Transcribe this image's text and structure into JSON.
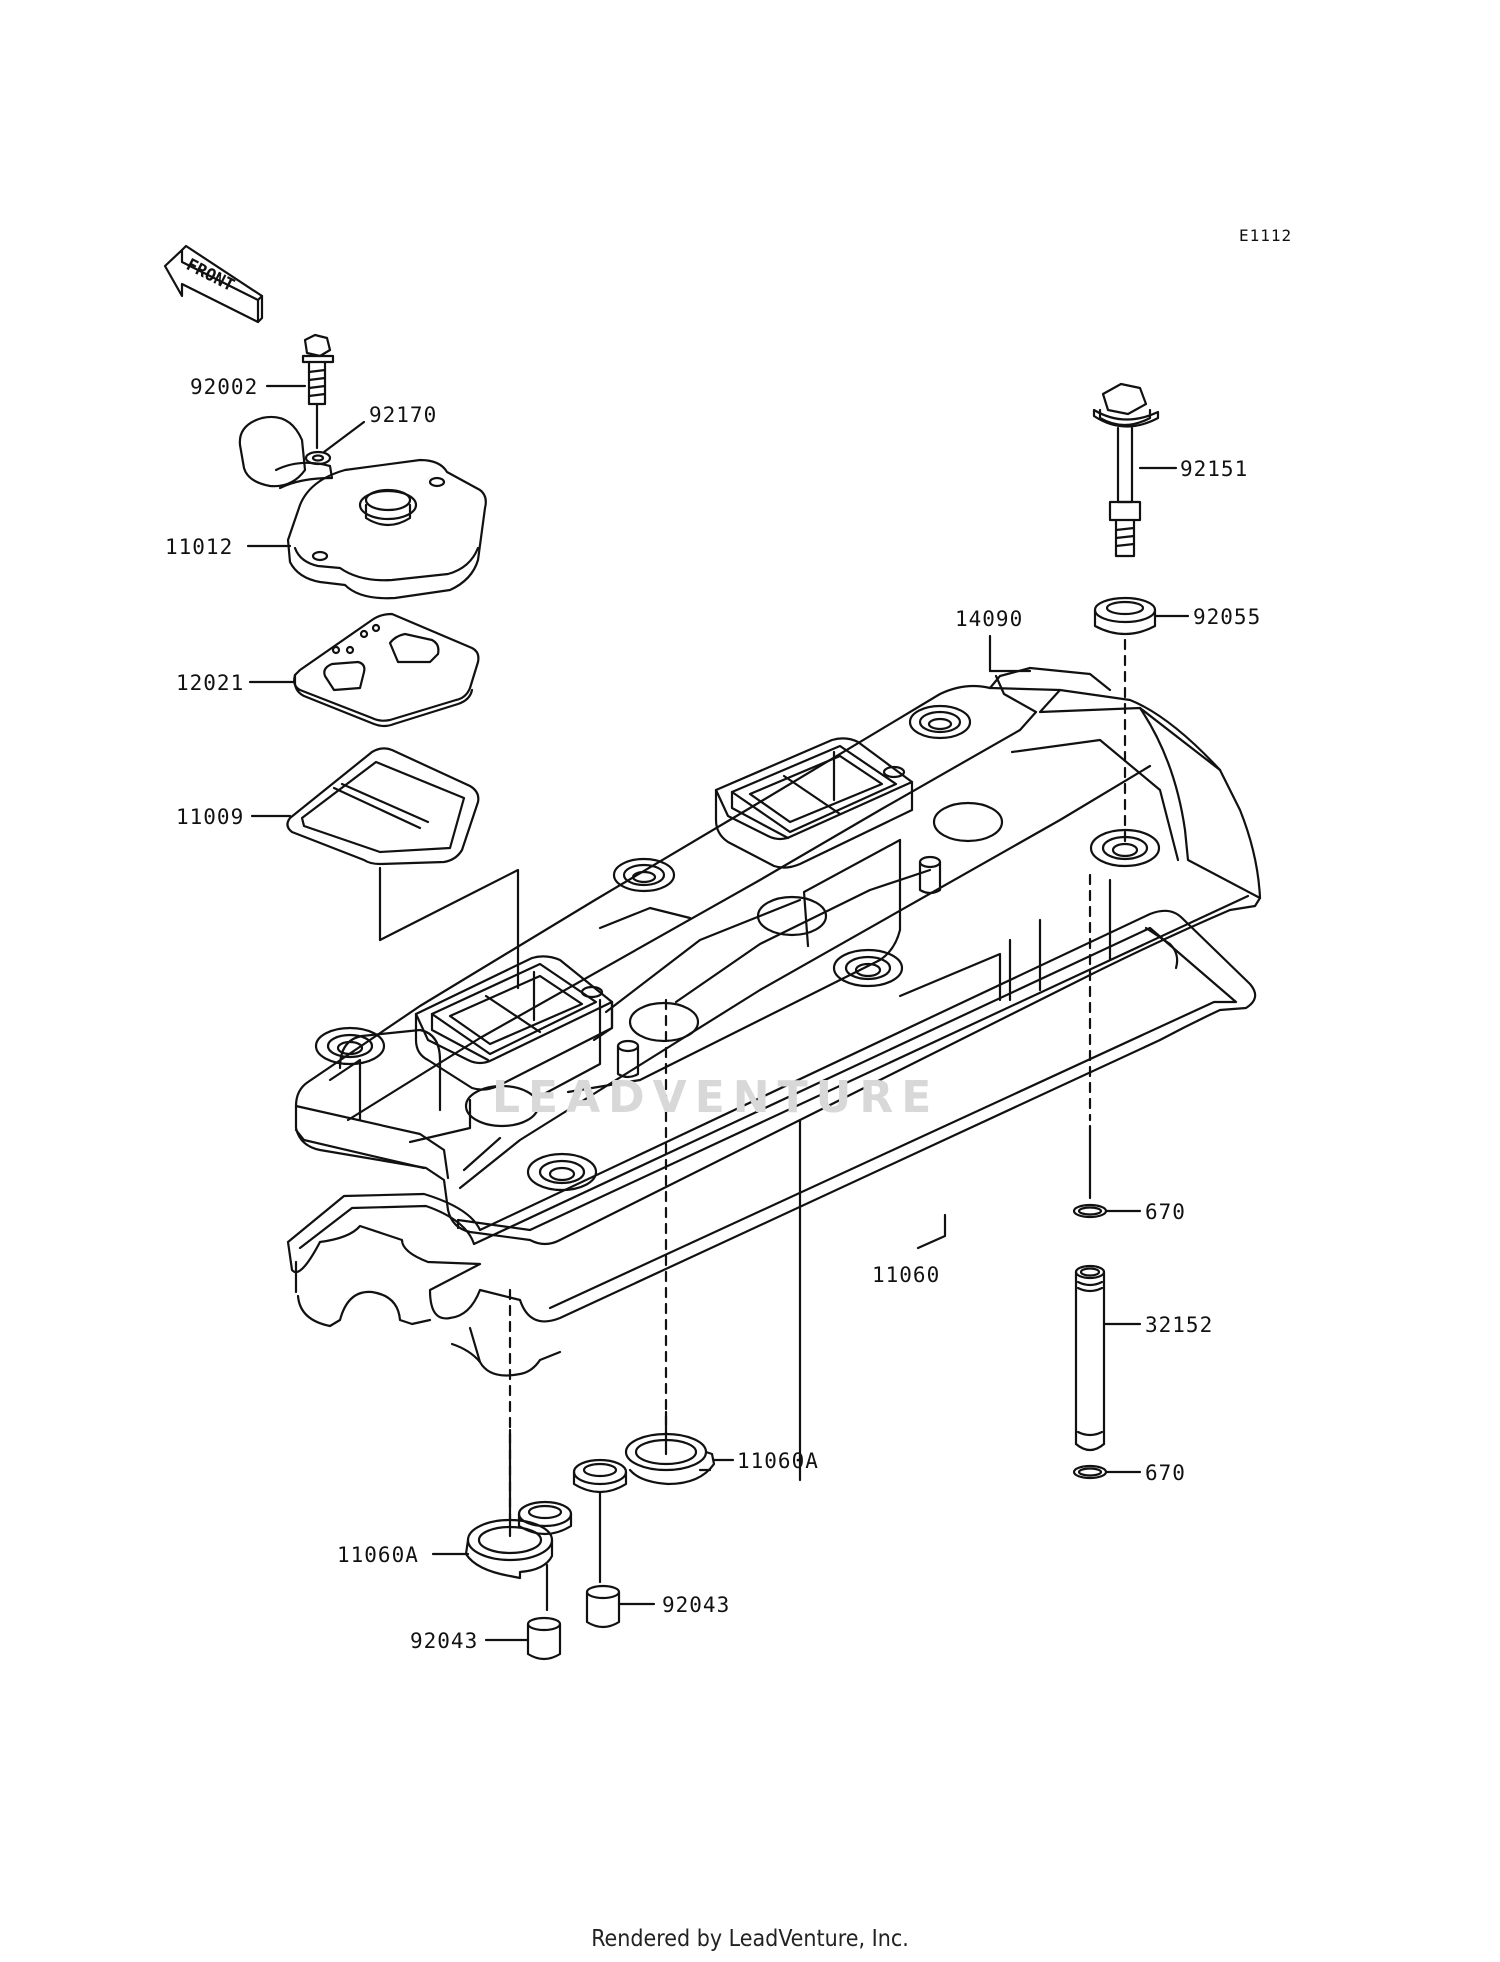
{
  "diagram_code": "E1112",
  "front_label": "FRONT",
  "watermark": "LEADVENTURE",
  "footer": "Rendered by LeadVenture, Inc.",
  "parts": {
    "p92002": "92002",
    "p92170": "92170",
    "p11012": "11012",
    "p12021": "12021",
    "p11009": "11009",
    "p14090": "14090",
    "p92151": "92151",
    "p92055": "92055",
    "p670_top": "670",
    "p11060": "11060",
    "p32152": "32152",
    "p670_bottom": "670",
    "p11060A_right": "11060A",
    "p11060A_left": "11060A",
    "p92043_right": "92043",
    "p92043_left": "92043"
  }
}
